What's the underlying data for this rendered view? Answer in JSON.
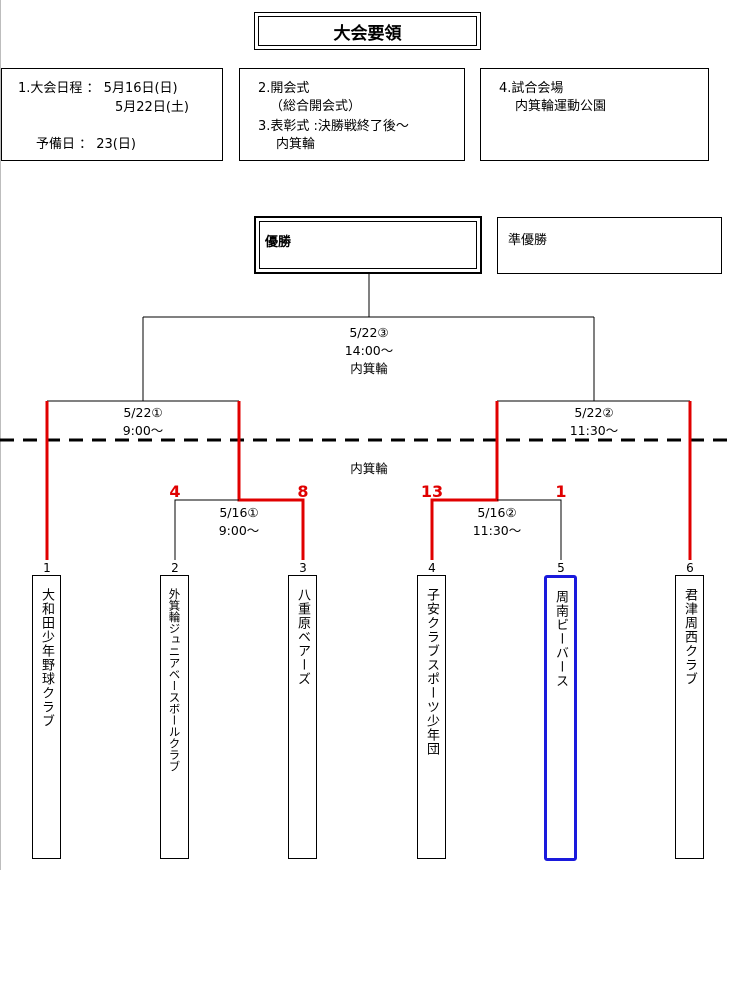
{
  "title": "大会要領",
  "info": {
    "schedule_line1": "1.大会日程 ：  5月16日(日)",
    "schedule_line2": "5月22日(土)",
    "reserve_line": "予備日    ：  23(日)",
    "ceremony_line1": "2.開会式",
    "ceremony_line2": "（総合開会式）",
    "ceremony_line3": "3.表彰式 :決勝戦終了後～",
    "ceremony_line4": "内箕輪",
    "venue_line1": "4.試合会場",
    "venue_line2": "内箕輪運動公園"
  },
  "champion_label": "優勝",
  "runner_up_label": "準優勝",
  "final": {
    "date": "5/22③",
    "time": "14:00～",
    "venue": "内箕輪"
  },
  "semi_left": {
    "date": "5/22①",
    "time": "9:00～"
  },
  "semi_right": {
    "date": "5/22②",
    "time": "11:30～"
  },
  "venue_below_line": "内箕輪",
  "first_round_left": {
    "date": "5/16①",
    "time": "9:00～",
    "score_left": "4",
    "score_right": "8"
  },
  "first_round_right": {
    "date": "5/16②",
    "time": "11:30～",
    "score_left": "13",
    "score_right": "1"
  },
  "teams": [
    {
      "number": "1",
      "name": "大和田少年野球クラブ"
    },
    {
      "number": "2",
      "name": "外箕輪ジュニアベースボールクラブ"
    },
    {
      "number": "3",
      "name": "八重原ベアーズ"
    },
    {
      "number": "4",
      "name": "子安クラブスポーツ少年団"
    },
    {
      "number": "5",
      "name": "周南ビーバース",
      "highlighted": true
    },
    {
      "number": "6",
      "name": "君津周西クラブ"
    }
  ],
  "colors": {
    "winner_line": "#e00000",
    "highlight_border": "#1a1adc",
    "line": "#000000"
  }
}
